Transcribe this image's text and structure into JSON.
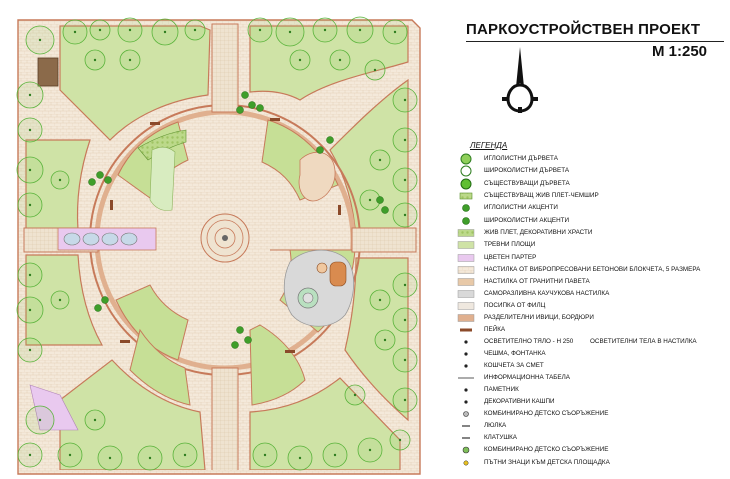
{
  "title": "ПАРКОУСТРОЙСТВЕН ПРОЕКТ",
  "scale": "М 1:250",
  "legend_title": "ЛЕГЕНДА",
  "legend": [
    {
      "label": "ИГЛОЛИСТНИ ДЪРВЕТА",
      "icon": "conifer-tree-icon"
    },
    {
      "label": "ШИРОКОЛИСТНИ ДЪРВЕТА",
      "icon": "deciduous-tree-icon"
    },
    {
      "label": "СЪЩЕСТВУВАЩИ ДЪРВЕТА",
      "icon": "existing-tree-icon"
    },
    {
      "label": "СЪЩЕСТВУВАЩ ЖИВ ПЛЕТ-ЧЕМШИР",
      "icon": "hedge-icon"
    },
    {
      "label": "ИГЛОЛИСТНИ АКЦЕНТИ",
      "icon": "conifer-accent-icon"
    },
    {
      "label": "ШИРОКОЛИСТНИ АКЦЕНТИ",
      "icon": "deciduous-accent-icon"
    },
    {
      "label": "ЖИВ ПЛЕТ, ДЕКОРАТИВНИ ХРАСТИ",
      "icon": "shrub-swatch-icon"
    },
    {
      "label": "ТРЕВНИ ПЛОЩИ",
      "icon": "lawn-swatch-icon"
    },
    {
      "label": "ЦВЕТЕН ПАРТЕР",
      "icon": "flower-bed-swatch-icon"
    },
    {
      "label": "НАСТИЛКА ОТ ВИБРОПРЕСОВАНИ БЕТОНОВИ БЛОКЧЕТА, 5 РАЗМЕРА",
      "icon": "concrete-paving-swatch-icon"
    },
    {
      "label": "НАСТИЛКА ОТ ГРАНИТНИ ПАВЕТА",
      "icon": "granite-paving-swatch-icon"
    },
    {
      "label": "САМОРАЗЛИВНА КАУЧУКОВА НАСТИЛКА",
      "icon": "rubber-surface-swatch-icon"
    },
    {
      "label": "ПОСИПКА ОТ ФИЛЦ",
      "icon": "felt-swatch-icon"
    },
    {
      "label": "РАЗДЕЛИТЕЛНИ ИВИЦИ, БОРДЮРИ",
      "icon": "curb-swatch-icon"
    },
    {
      "label": "ПЕЙКА",
      "icon": "bench-icon"
    },
    {
      "label": "ОСВЕТИТЕЛНО ТЯЛО - Н 250",
      "icon": "lamp-icon",
      "extra": "ОСВЕТИТЕЛНИ ТЕЛА В НАСТИЛКА"
    },
    {
      "label": "ЧЕШМА, ФОНТАНКА",
      "icon": "fountain-icon"
    },
    {
      "label": "КОШЧЕТА ЗА СМЕТ",
      "icon": "trash-bin-icon"
    },
    {
      "label": "ИНФОРМАЦИОННА ТАБЕЛА",
      "icon": "info-board-icon"
    },
    {
      "label": "ПАМЕТНИК",
      "icon": "monument-icon"
    },
    {
      "label": "ДЕКОРАТИВНИ КАШПИ",
      "icon": "planter-icon"
    },
    {
      "label": "КОМБИНИРАНО ДЕТСКО СЪОРЪЖЕНИЕ",
      "icon": "play-structure-icon"
    },
    {
      "label": "ЛЮЛКА",
      "icon": "swing-icon"
    },
    {
      "label": "КЛАТУШКА",
      "icon": "seesaw-icon"
    },
    {
      "label": "КОМБИНИРАНО ДЕТСКО СЪОРЪЖЕНИЕ",
      "icon": "play-structure-2-icon"
    },
    {
      "label": "ПЪТНИ ЗНАЦИ КЪМ ДЕТСКА ПЛОЩАДКА",
      "icon": "road-sign-icon"
    }
  ],
  "colors": {
    "lawn": "#cfe3a6",
    "lawn_dark": "#b7d27f",
    "paving": "#f3e7d6",
    "border": "#c77a5a",
    "tree": "#6bbf3a",
    "tree_dark": "#2e7d1f",
    "flower": "#e9c9ef",
    "rubber": "#d9d9d9"
  }
}
